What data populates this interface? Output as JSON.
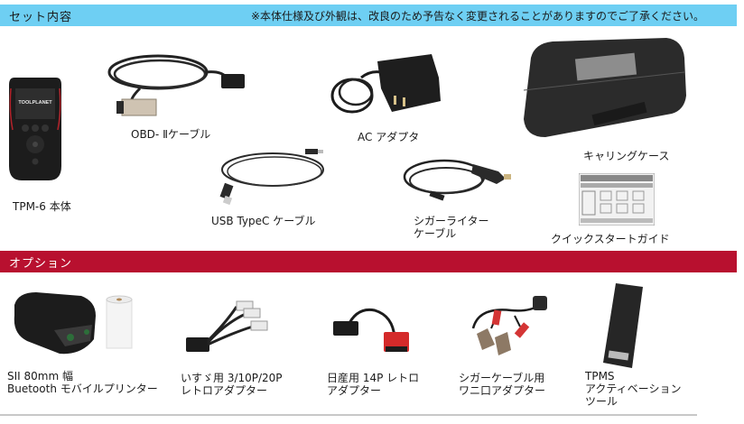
{
  "contents_section": {
    "title": "セット内容",
    "notice": "※本体仕様及び外観は、改良のため予告なく変更されることがありますのでご了承ください。",
    "color": "#6ecff3",
    "items": [
      {
        "label": "TPM-6 本体",
        "icon": "handheld-device-icon"
      },
      {
        "label": "OBD- Ⅱケーブル",
        "icon": "obd-cable-icon"
      },
      {
        "label": "AC アダプタ",
        "icon": "ac-adapter-icon"
      },
      {
        "label": "キャリングケース",
        "icon": "carrying-case-icon"
      },
      {
        "label": "USB TypeC ケーブル",
        "icon": "usb-cable-icon"
      },
      {
        "label": "シガーライター\nケーブル",
        "icon": "cigarette-lighter-cable-icon"
      },
      {
        "label": "クイックスタートガイド",
        "icon": "quick-start-guide-icon"
      }
    ],
    "device_brand": "TOOLPLANET"
  },
  "options_section": {
    "title": "オプション",
    "color": "#b8102f",
    "items": [
      {
        "label": "SII 80mm 幅\nBuetooth モバイルプリンター",
        "icon": "mobile-printer-icon"
      },
      {
        "label": "いすゞ用 3/10P/20P\nレトロアダプター",
        "icon": "isuzu-adapter-icon"
      },
      {
        "label": "日産用 14P レトロ\nアダプター",
        "icon": "nissan-adapter-icon"
      },
      {
        "label": "シガーケーブル用\nワニ口アダプター",
        "icon": "alligator-clip-adapter-icon"
      },
      {
        "label": "TPMS\nアクティベーション\nツール",
        "icon": "tpms-activation-tool-icon"
      }
    ]
  }
}
